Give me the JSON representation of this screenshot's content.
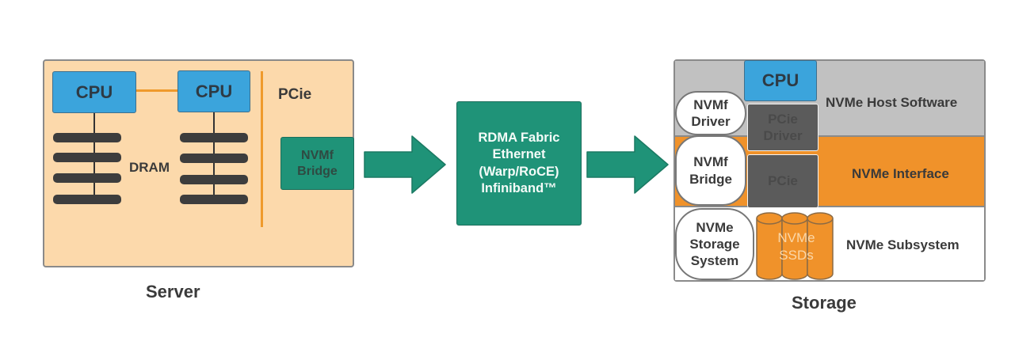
{
  "server": {
    "caption": "Server",
    "cpu_left": "CPU",
    "cpu_right": "CPU",
    "dram_label": "DRAM",
    "pcie_label": "PCie",
    "bridge_line1": "NVMf",
    "bridge_line2": "Bridge",
    "dimm_count_per_cpu": 4
  },
  "fabric": {
    "line1": "RDMA Fabric",
    "line2": "Ethernet",
    "line3": "(Warp/RoCE)",
    "line4": "Infiniband™"
  },
  "storage": {
    "caption": "Storage",
    "cpu": "CPU",
    "nvmf_driver_line1": "NVMf",
    "nvmf_driver_line2": "Driver",
    "pcie_driver_line1": "PCie",
    "pcie_driver_line2": "Driver",
    "host_software": "NVMe Host Software",
    "nvmf_bridge_line1": "NVMf",
    "nvmf_bridge_line2": "Bridge",
    "pcie": "PCie",
    "nvme_interface": "NVMe Interface",
    "storage_system_line1": "NVMe",
    "storage_system_line2": "Storage",
    "storage_system_line3": "System",
    "ssds_line1": "NVMe",
    "ssds_line2": "SSDs",
    "nvme_subsystem": "NVMe Subsystem"
  },
  "colors": {
    "server_bg": "#fcd9ab",
    "cpu_blue": "#3ba4dc",
    "teal": "#1f9378",
    "orange": "#f0922a",
    "gray_band": "#c1c1c1",
    "dark_gray": "#5b5b5b"
  }
}
